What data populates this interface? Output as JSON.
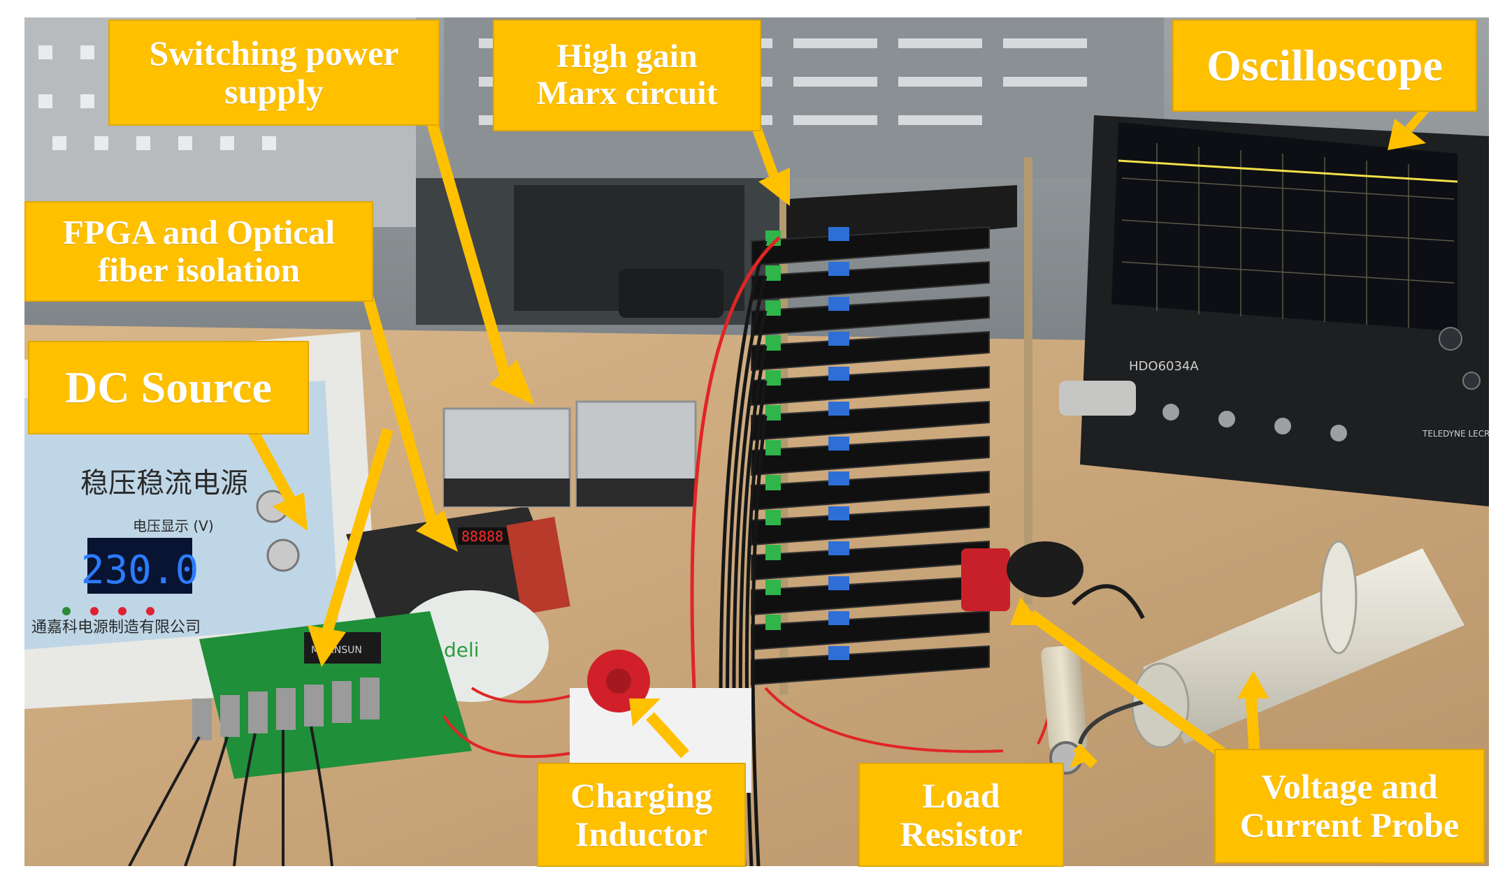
{
  "labels": {
    "switching_power_supply": [
      "Switching power",
      "supply"
    ],
    "high_gain_marx": [
      "High gain",
      "Marx circuit"
    ],
    "oscilloscope": "Oscilloscope",
    "fpga": [
      "FPGA and Optical",
      "fiber isolation"
    ],
    "dc_source": "DC Source",
    "charging_inductor": [
      "Charging",
      "Inductor"
    ],
    "load_resistor": [
      "Load",
      "Resistor"
    ],
    "probe": [
      "Voltage and",
      "Current Probe"
    ]
  },
  "device_text": {
    "dc_display_value": "230.0",
    "dc_panel_title": "稳压稳流电源",
    "dc_display_caption": "电压显示 (V)",
    "dc_brand": "通嘉科电源制造有限公司",
    "scope_model": "HDO6034A",
    "scope_brand": "TELEDYNE LECROY",
    "fpga_module": "MORNSUN",
    "tape_brand": "deli"
  },
  "colors": {
    "label_fill": "#ffc000",
    "label_text": "#ffffff",
    "arrow": "#ffc000",
    "table_wood": "#c9a57a",
    "pcb_green": "#1f8f3a",
    "scope_trace": "#f2e04a",
    "display_digits": "#2c7bff"
  }
}
